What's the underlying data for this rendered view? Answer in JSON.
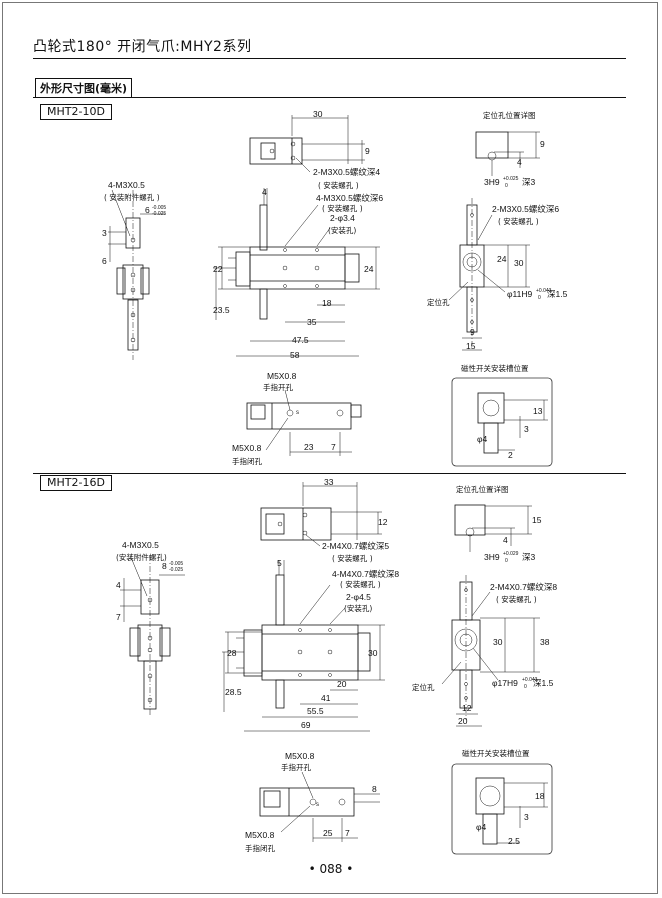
{
  "header": {
    "title": "凸轮式180° 开闭气爪:MHY2系列",
    "section": "外形尺寸图(毫米)"
  },
  "models": [
    "MHT2-10D",
    "MHT2-16D"
  ],
  "page_number": "• 088 •",
  "top": {
    "dim_labels": {
      "d30": "30",
      "d9": "9",
      "d4a": "4",
      "d3a": "3",
      "d6a": "6",
      "d22": "22",
      "d235": "23.5",
      "d24": "24",
      "d18": "18",
      "d35": "35",
      "d475": "47.5",
      "d58": "58",
      "pin_9": "9",
      "pin_4": "4",
      "pin_hole": "3H9",
      "pin_tol": "+0.025",
      "pin_tol0": "0",
      "pin_depth": "深3",
      "s24": "24",
      "s30": "30",
      "s9": "9",
      "s15": "15",
      "s_hole": "φ11H9",
      "s_tol": "+0.043",
      "s_tol0": "0",
      "s_depth": "深1.5",
      "b23": "23",
      "b7": "7",
      "m13": "13",
      "m3": "3",
      "m2": "2",
      "m_phi4": "φ4",
      "tol6": "6",
      "tol6a": "-0.005",
      "tol6b": "-0.025",
      "s_mark": "s"
    },
    "notes": {
      "left_thread": "4-M3X0.5",
      "left_thread_cn": "( 安装附件螺孔 )",
      "t1": "2-M3X0.5螺纹深4",
      "t1_cn": "( 安装螺孔 )",
      "t2": "4-M3X0.5螺纹深6",
      "t2_cn": "( 安装螺孔 )",
      "t3": "2-φ3.4",
      "t3_cn": "(安装孔)",
      "detail": "定位孔位置详图",
      "side_thread": "2-M3X0.5螺纹深6",
      "side_thread_cn": "( 安装螺孔 )",
      "locate": "定位孔",
      "open_port": "M5X0.8",
      "open_port_cn": "手指开孔",
      "close_port": "M5X0.8",
      "close_port_cn": "手指闭孔",
      "switch": "磁性开关安装槽位置"
    }
  },
  "bottom": {
    "dim_labels": {
      "d33": "33",
      "d12": "12",
      "d5": "5",
      "d4a": "4",
      "d7a": "7",
      "d28": "28",
      "d285": "28.5",
      "d30": "30",
      "d20": "20",
      "d41": "41",
      "d555": "55.5",
      "d69": "69",
      "pin_15": "15",
      "pin_4": "4",
      "pin_hole": "3H9",
      "pin_tol": "+0.029",
      "pin_tol0": "0",
      "pin_depth": "深3",
      "s30": "30",
      "s38": "38",
      "s12": "12",
      "s20": "20",
      "s_hole": "φ17H9",
      "s_tol": "+0.043",
      "s_tol0": "0",
      "s_depth": "深1.5",
      "b25": "25",
      "b7": "7",
      "b8": "8",
      "m18": "18",
      "m3": "3",
      "m25": "2.5",
      "m_phi4": "φ4",
      "tol8": "8",
      "tol8a": "-0.005",
      "tol8b": "-0.025",
      "s_mark": "s"
    },
    "notes": {
      "left_thread": "4-M3X0.5",
      "left_thread_cn": "(安装附件螺孔)",
      "t1": "2-M4X0.7螺纹深5",
      "t1_cn": "( 安装螺孔 )",
      "t2": "4-M4X0.7螺纹深8",
      "t2_cn": "( 安装螺孔 )",
      "t3": "2-φ4.5",
      "t3_cn": "(安装孔)",
      "detail": "定位孔位置详图",
      "side_thread": "2-M4X0.7螺纹深8",
      "side_thread_cn": "( 安装螺孔 )",
      "locate": "定位孔",
      "open_port": "M5X0.8",
      "open_port_cn": "手指开孔",
      "close_port": "M5X0.8",
      "close_port_cn": "手指闭孔",
      "switch": "磁性开关安装槽位置"
    }
  }
}
